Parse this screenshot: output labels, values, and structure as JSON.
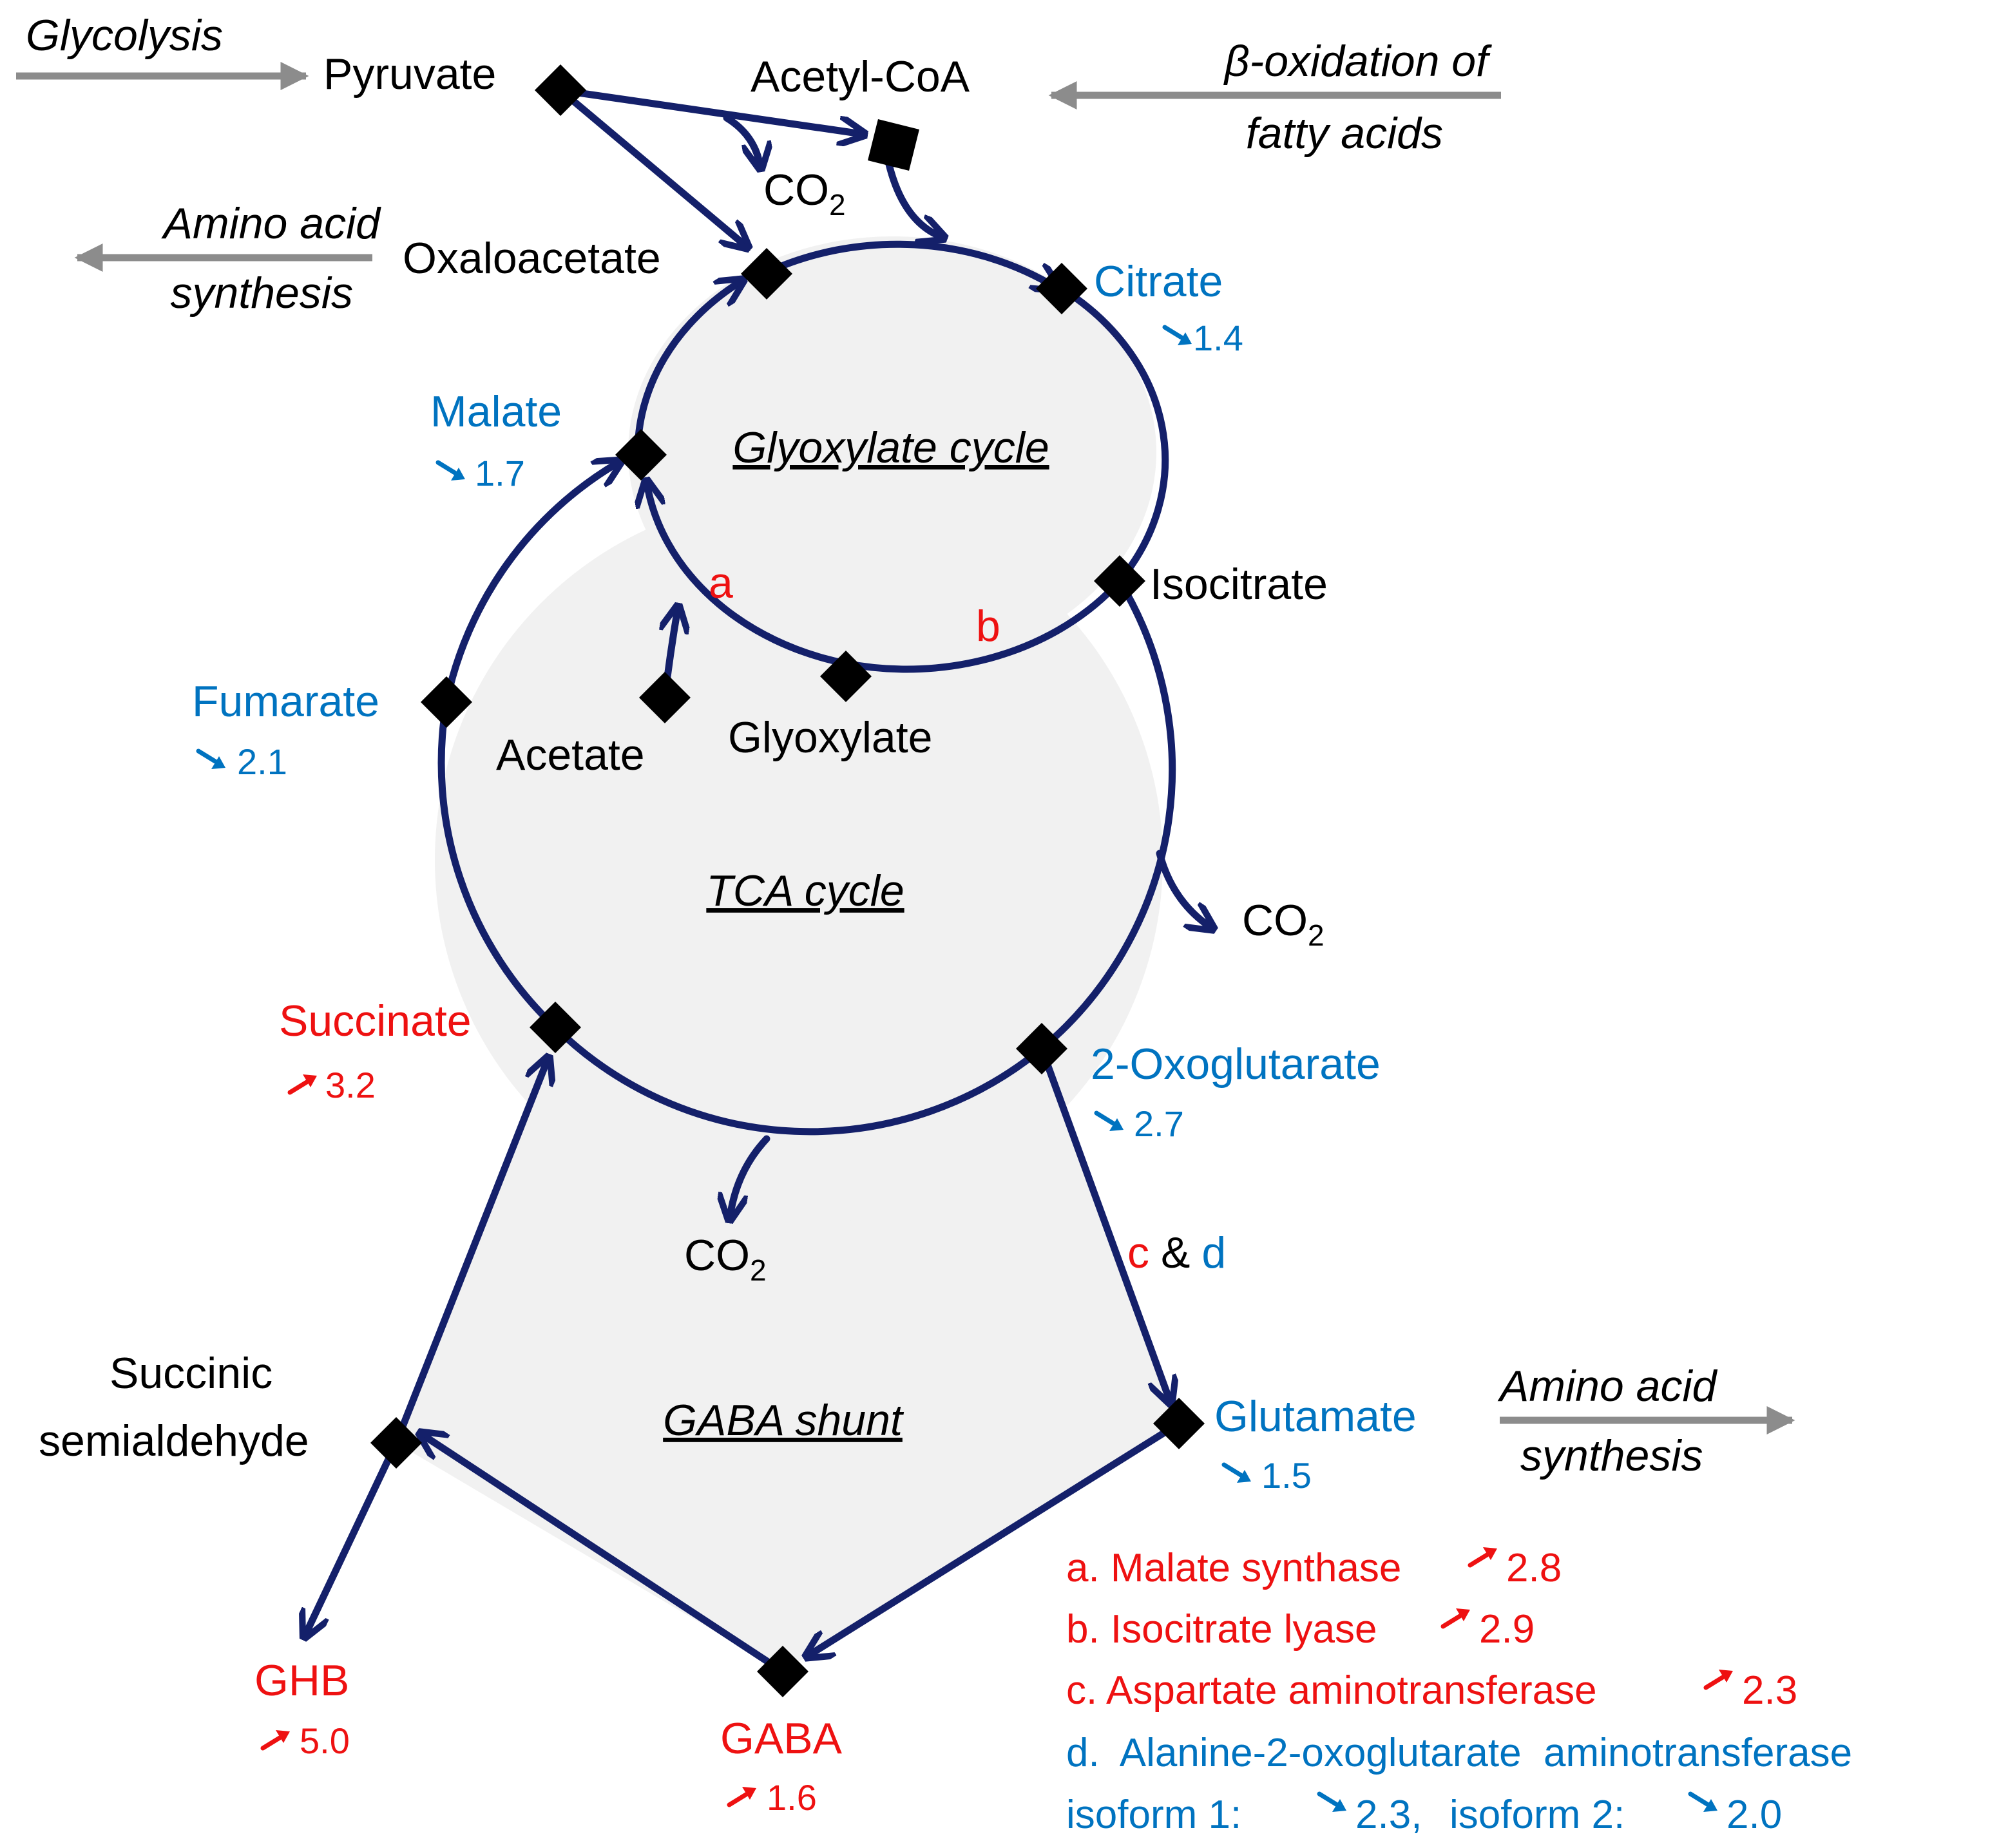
{
  "colors": {
    "pathway": "#14206a",
    "decrease": "#0073c0",
    "increase": "#ee1111",
    "label": "#000000",
    "input_arrow": "#8c8c8c",
    "cycle_fill": "#f1f1f1"
  },
  "external": {
    "glycolysis": "Glycolysis",
    "beta_oxidation_line1": "β-oxidation of",
    "beta_oxidation_line2": "fatty acids",
    "amino_left_line1": "Amino acid",
    "amino_left_line2": "synthesis",
    "amino_right_line1": "Amino acid",
    "amino_right_line2": "synthesis"
  },
  "cycles": {
    "glyoxylate": "Glyoxylate cycle",
    "tca": "TCA cycle",
    "gaba": "GABA shunt"
  },
  "metabolites": {
    "pyruvate": "Pyruvate",
    "acetyl_coa": "Acetyl-CoA",
    "oxaloacetate": "Oxaloacetate",
    "isocitrate": "Isocitrate",
    "acetate": "Acetate",
    "glyoxylate": "Glyoxylate",
    "succinic_line1": "Succinic",
    "succinic_line2": "semialdehyde",
    "co2": "CO",
    "co2_sub": "2"
  },
  "changed_metabolites": {
    "citrate": {
      "name": "Citrate",
      "direction": "down",
      "fold": "1.4"
    },
    "malate": {
      "name": "Malate",
      "direction": "down",
      "fold": "1.7"
    },
    "fumarate": {
      "name": "Fumarate",
      "direction": "down",
      "fold": "2.1"
    },
    "succinate": {
      "name": "Succinate",
      "direction": "up",
      "fold": "3.2"
    },
    "oxoglutarate": {
      "name": "2-Oxoglutarate",
      "direction": "down",
      "fold": "2.7"
    },
    "glutamate": {
      "name": "Glutamate",
      "direction": "down",
      "fold": "1.5"
    },
    "ghb": {
      "name": "GHB",
      "direction": "up",
      "fold": "5.0"
    },
    "gaba": {
      "name": "GABA",
      "direction": "up",
      "fold": "1.6"
    }
  },
  "enzyme_markers": {
    "a": "a",
    "b": "b",
    "c": "c",
    "amp": "&",
    "d": "d"
  },
  "legend": {
    "a": {
      "text": "a. Malate synthase",
      "direction": "up",
      "fold": "2.8"
    },
    "b": {
      "text": "b. Isocitrate lyase",
      "direction": "up",
      "fold": "2.9"
    },
    "c": {
      "text": "c. Aspartate aminotransferase",
      "direction": "up",
      "fold": "2.3"
    },
    "d_line1": "d.  Alanine-2-oxoglutarate  aminotransferase",
    "d_iso1_label": "isoform 1:",
    "d_iso1": {
      "direction": "down",
      "fold": "2.3,"
    },
    "d_iso2_label": "isoform 2:",
    "d_iso2": {
      "direction": "down",
      "fold": "2.0"
    }
  }
}
